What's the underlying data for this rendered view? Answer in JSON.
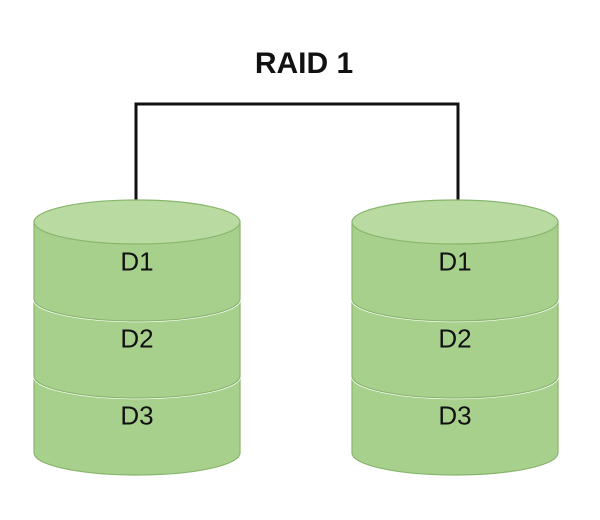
{
  "title": "RAID 1",
  "colors": {
    "disk_fill": "#a8d08d",
    "disk_top_fill": "#b9dba2",
    "disk_stroke": "#ffffff",
    "disk_edge": "#88b56c",
    "connector": "#111111",
    "text": "#111111"
  },
  "arrays": [
    {
      "disks": [
        "D1",
        "D2",
        "D3"
      ]
    },
    {
      "disks": [
        "D1",
        "D2",
        "D3"
      ]
    }
  ]
}
